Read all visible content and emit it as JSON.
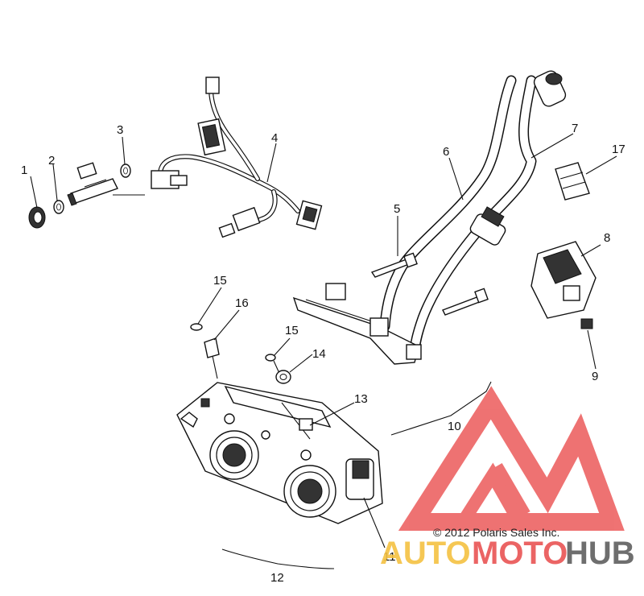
{
  "diagram": {
    "callouts": [
      "1",
      "2",
      "3",
      "4",
      "5",
      "6",
      "7",
      "8",
      "9",
      "10",
      "11",
      "12",
      "13",
      "14",
      "15",
      "15",
      "16",
      "17"
    ],
    "copyright": "© 2012 Polaris Sales Inc.",
    "watermark": {
      "part1": "AUTO",
      "part2": "MOTO",
      "part3": "HUB",
      "color1": "#f5c242",
      "color2": "#e84a4a",
      "color3": "#555555",
      "logo_color": "#ec5a5a"
    }
  }
}
